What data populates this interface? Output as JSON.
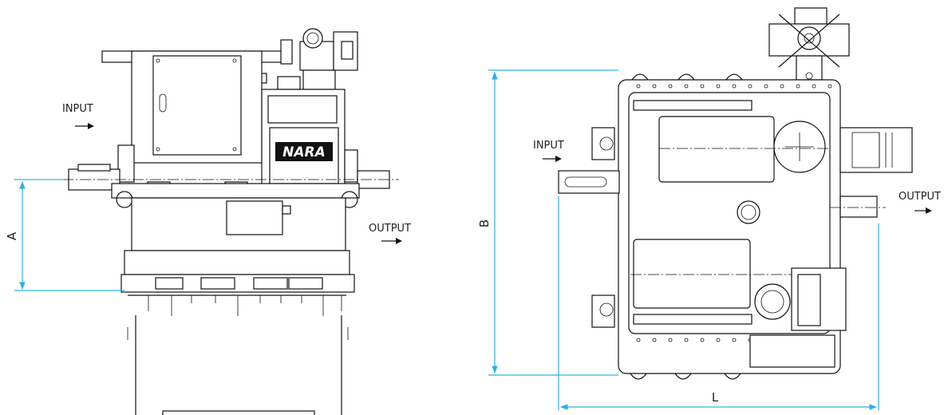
{
  "front_view": {
    "input_label": "INPUT",
    "output_label": "OUTPUT",
    "dimension_a_label": "A",
    "logo_text": "NARA"
  },
  "side_view": {
    "input_label": "INPUT",
    "output_label": "OUTPUT",
    "dimension_b_label": "B",
    "dimension_l_label": "L"
  },
  "colors": {
    "dimension_line": "#2bb2e6",
    "line_art": "#111111"
  }
}
